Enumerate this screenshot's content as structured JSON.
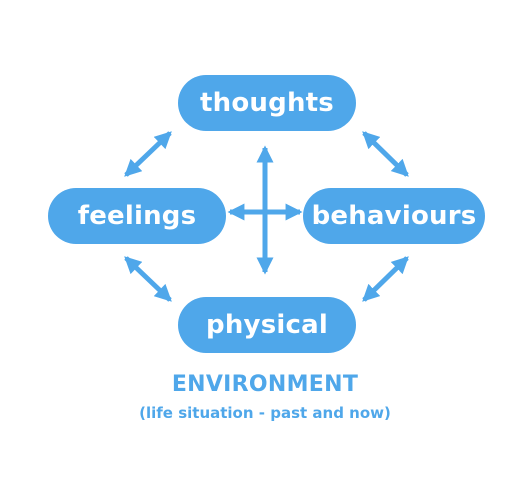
{
  "colors": {
    "accent": "#4fa7ea",
    "text_on_accent": "#ffffff"
  },
  "nodes": {
    "thoughts": "thoughts",
    "feelings": "feelings",
    "behaviours": "behaviours",
    "physical": "physical"
  },
  "environment": {
    "title": "ENVIRONMENT",
    "subtitle": "(life situation - past and now)"
  }
}
